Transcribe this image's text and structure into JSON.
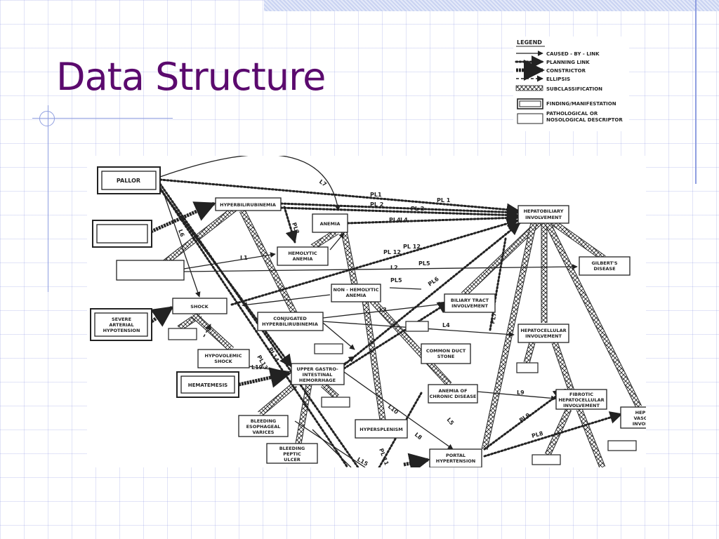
{
  "slide": {
    "title": "Data Structure"
  },
  "legend": {
    "heading": "LEGEND",
    "items": [
      {
        "label": "CAUSED - BY - LINK",
        "style": "arrow-solid"
      },
      {
        "label": "PLANNING LINK",
        "style": "arrow-dotted"
      },
      {
        "label": "CONSTRICTOR",
        "style": "arrow-thick"
      },
      {
        "label": "ELLIPSIS",
        "style": "arrow-dashed"
      },
      {
        "label": "SUBCLASSIFICATION",
        "style": "lattice"
      }
    ],
    "boxes": [
      {
        "label": "FINDING/MANIFESTATION",
        "style": "double"
      },
      {
        "label": "PATHOLOGICAL OR",
        "label2": "NOSOLOGICAL DESCRIPTOR",
        "style": "single"
      }
    ]
  },
  "nodes": {
    "pallor": "PALLOR",
    "hyperbilirubinemia": "HYPERBILIRUBINEMIA",
    "anemia": "ANEMIA",
    "hepatobiliary": [
      "HEPATOBILIARY",
      "INVOLVEMENT"
    ],
    "hemolytic": [
      "HEMOLYTIC",
      "ANEMIA"
    ],
    "gilberts": [
      "GILBERT'S",
      "DISEASE"
    ],
    "nonhemolytic": [
      "NON - HEMOLYTIC",
      "ANEMIA"
    ],
    "biliary": [
      "BILIARY TRACT",
      "INVOLVEMENT"
    ],
    "shock": "SHOCK",
    "severe": [
      "SEVERE",
      "ARTERIAL",
      "HYPOTENSION"
    ],
    "conjugated": [
      "CONJUGATED",
      "HYPERBILIRUBINEMIA"
    ],
    "hepatocellular": [
      "HEPATOCELLULAR",
      "INVOLVEMENT"
    ],
    "commonduct": [
      "COMMON DUCT",
      "STONE"
    ],
    "hypovolemic": [
      "HYPOVOLEMIC",
      "SHOCK"
    ],
    "upperGI": [
      "UPPER GASTRO-",
      "INTESTINAL",
      "HEMORRHAGE"
    ],
    "hematemesis": "HEMATEMESIS",
    "chronic": [
      "ANEMIA OF",
      "CHRONIC DISEASE"
    ],
    "fibrotic": [
      "FIBROTIC",
      "HEPATOCELLULAR",
      "INVOLVEMENT"
    ],
    "vascular": [
      "HEP",
      "VASC",
      "INVOL"
    ],
    "varices": [
      "BLEEDING",
      "ESOPHAGEAL",
      "VARICES"
    ],
    "hypersplenism": "HYPERSPLENISM",
    "peptic": [
      "BLEEDING",
      "PEPTIC",
      "ULCER"
    ],
    "portal": [
      "PORTAL",
      "HYPERTENSION"
    ]
  },
  "link_labels": {
    "L1": "L1",
    "L2": "L2",
    "L3": "L3",
    "L4": "L4",
    "L4b": "L4",
    "L5": "L5",
    "L6": "L6",
    "L7": "L7",
    "L8": "L8",
    "L9": "L9",
    "L10": "L10",
    "L15": "L15",
    "L19": "L19",
    "PL1": "PL1",
    "PL1b": "PL 1",
    "PL2": "PL 2",
    "PL2b": "PL 2",
    "PL3": "PL3",
    "PL4": "PL4",
    "PL5": "PL5",
    "PL5b": "PL5",
    "PL6": "PL6",
    "PL7": "PL7",
    "PL8": "PL8",
    "PL9": "PL9",
    "PL11": "PL 11",
    "PL12": "PL 12",
    "PL12b": "PL 12",
    "PL13": "PL13",
    "PL14": "PL14"
  }
}
